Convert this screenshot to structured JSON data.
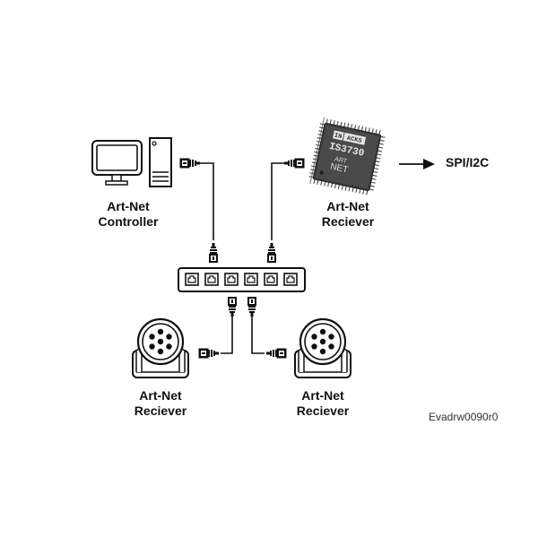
{
  "diagram": {
    "title": "Art-Net network diagram",
    "nodes": [
      {
        "id": "controller",
        "type": "computer",
        "label_line1": "Art-Net",
        "label_line2": "Controller"
      },
      {
        "id": "chip",
        "type": "ic-chip",
        "label_line1": "Art-Net",
        "label_line2": "Reciever",
        "chip_brand_left": "IN",
        "chip_brand_right": "ACKS",
        "chip_model": "IS3730",
        "chip_logo_top": "ART",
        "chip_logo_bottom": "NET"
      },
      {
        "id": "switch",
        "type": "ethernet-switch",
        "port_count": 6
      },
      {
        "id": "fixture-left",
        "type": "moving-light",
        "label_line1": "Art-Net",
        "label_line2": "Reciever"
      },
      {
        "id": "fixture-right",
        "type": "moving-light",
        "label_line1": "Art-Net",
        "label_line2": "Reciever"
      }
    ],
    "edges": [
      {
        "from": "controller",
        "to": "switch",
        "kind": "ethernet-cable"
      },
      {
        "from": "chip",
        "to": "switch",
        "kind": "ethernet-cable"
      },
      {
        "from": "switch",
        "to": "fixture-left",
        "kind": "ethernet-cable"
      },
      {
        "from": "switch",
        "to": "fixture-right",
        "kind": "ethernet-cable"
      },
      {
        "from": "chip",
        "to": "output",
        "kind": "arrow"
      }
    ],
    "output_label": "SPI/I2C",
    "drawing_code": "Evadrw0090r0"
  }
}
